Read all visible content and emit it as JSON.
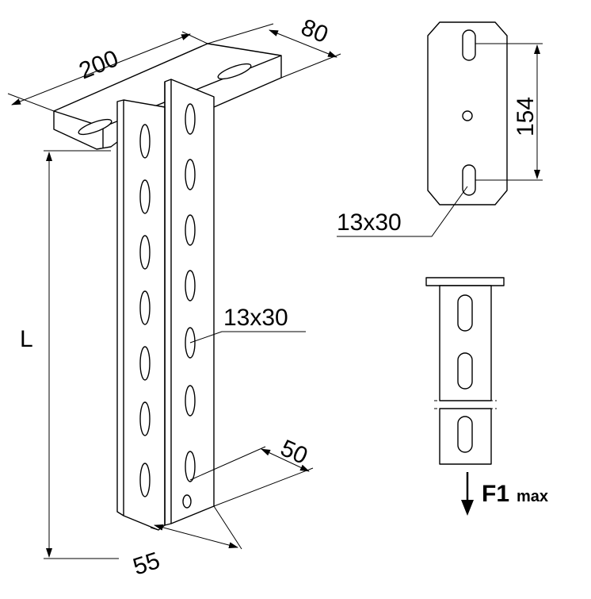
{
  "dimensions": {
    "plate_length": "200",
    "plate_width": "80",
    "height": "L",
    "slot_size_channel": "13x30",
    "channel_depth": "50",
    "channel_width": "55",
    "hole_spacing": "154",
    "slot_size_plate": "13x30"
  },
  "load": {
    "label": "F1",
    "subscript": "max"
  }
}
